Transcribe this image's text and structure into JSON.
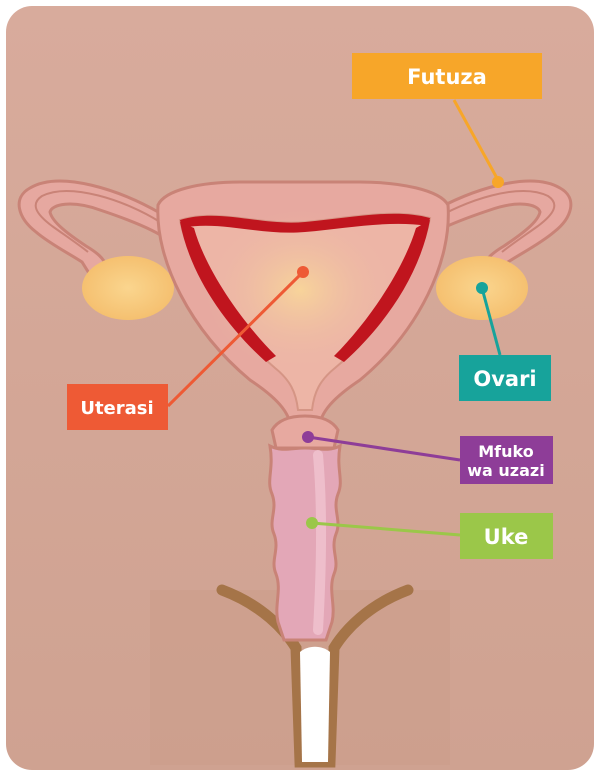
{
  "labels": {
    "fallopian_tube": {
      "text": "Futuza",
      "color": "#F7A629"
    },
    "ovary": {
      "text": "Ovari",
      "color": "#17A39B"
    },
    "uterus": {
      "text": "Uterasi",
      "color": "#EE5A35"
    },
    "cervix": {
      "line1": "Mfuko",
      "line2": "wa uzazi",
      "color": "#8E3D98"
    },
    "vagina": {
      "text": "Uke",
      "color": "#9BC749"
    }
  },
  "colors": {
    "background": "#D5A89A",
    "tissue": "#E7A9A0",
    "tissue_outline": "#C98377",
    "lining": "#C0151E",
    "ovary": "#F8C97A",
    "skin": "#A57448"
  }
}
